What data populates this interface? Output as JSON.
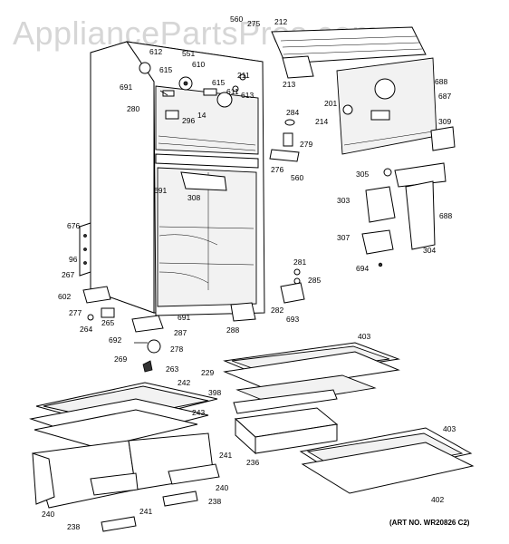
{
  "watermark": "AppliancePartsPros.com",
  "art_number": "(ART NO. WR20826 C2)",
  "part_labels": [
    "560",
    "275",
    "212",
    "612",
    "551",
    "610",
    "615",
    "211",
    "615",
    "611",
    "613",
    "691",
    "280",
    "296",
    "14",
    "213",
    "688",
    "201",
    "687",
    "214",
    "309",
    "284",
    "279",
    "276",
    "560",
    "305",
    "303",
    "688",
    "307",
    "304",
    "691",
    "308",
    "676",
    "96",
    "267",
    "694",
    "281",
    "285",
    "282",
    "693",
    "602",
    "277",
    "264",
    "265",
    "691",
    "287",
    "288",
    "692",
    "278",
    "269",
    "263",
    "403",
    "229",
    "398",
    "242",
    "243",
    "241",
    "240",
    "236",
    "403",
    "238",
    "240",
    "241",
    "238",
    "402"
  ]
}
